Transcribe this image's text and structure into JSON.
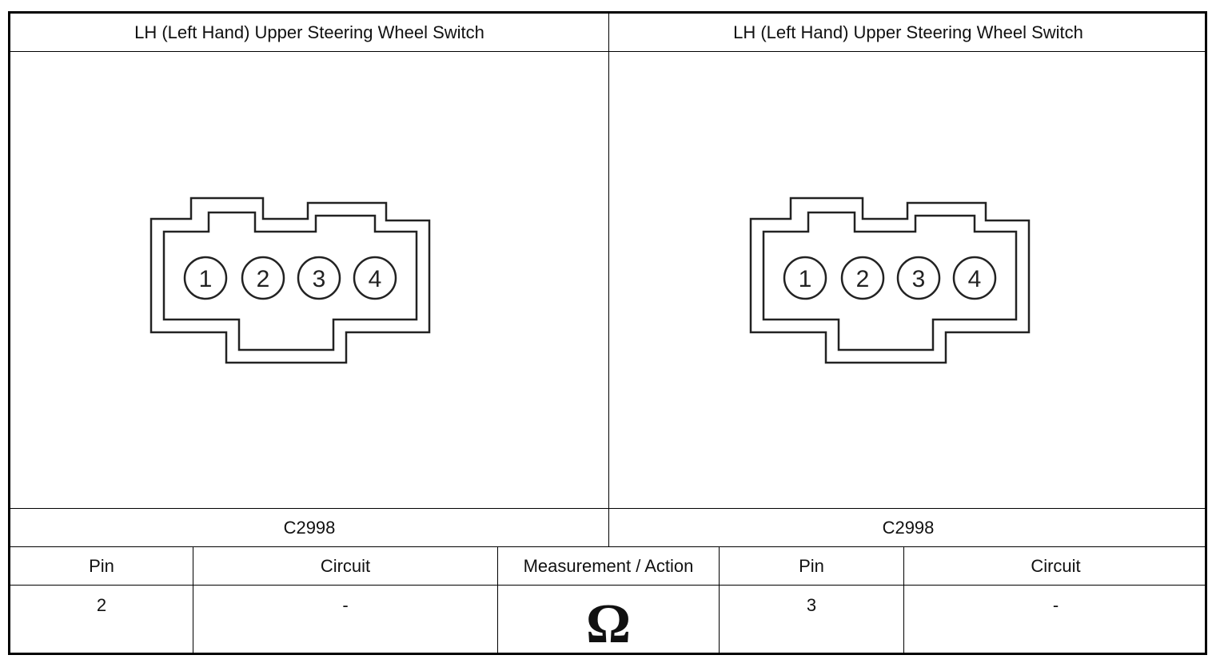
{
  "header": {
    "left_title": "LH (Left Hand) Upper Steering Wheel Switch",
    "right_title": "LH (Left Hand) Upper Steering Wheel Switch"
  },
  "connectors": {
    "left": {
      "id": "C2998",
      "pins": [
        "1",
        "2",
        "3",
        "4"
      ]
    },
    "right": {
      "id": "C2998",
      "pins": [
        "1",
        "2",
        "3",
        "4"
      ]
    }
  },
  "table": {
    "headers": [
      "Pin",
      "Circuit",
      "Measurement / Action",
      "Pin",
      "Circuit"
    ],
    "row": {
      "pin_a": "2",
      "circuit_a": "-",
      "measurement_symbol": "Ω",
      "pin_b": "3",
      "circuit_b": "-"
    }
  }
}
